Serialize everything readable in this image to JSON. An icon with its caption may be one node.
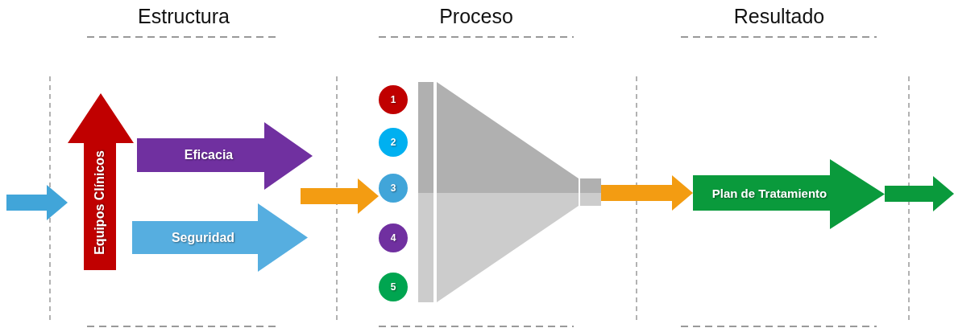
{
  "diagram": {
    "nodes": [
      {
        "text": [
          "Equipos Clínicos"
        ]
      },
      {
        "text": [
          "Eficacia"
        ]
      },
      {
        "text": [
          "Seguridad"
        ]
      },
      {
        "text": [
          "1"
        ]
      },
      {
        "text": [
          "2"
        ]
      },
      {
        "text": [
          "3"
        ]
      },
      {
        "text": [
          "4"
        ]
      },
      {
        "text": [
          "5"
        ]
      },
      {
        "text": [],
        "shape": "funnel"
      },
      {
        "text": [
          "Plan de Tratamiento"
        ]
      }
    ],
    "edges": [
      {
        "from": null,
        "to": 0,
        "arrow": "to",
        "color": "#41a5d9"
      },
      {
        "from": null,
        "to": 5,
        "arrow": "to"
      },
      {
        "from": 8,
        "to": 9,
        "arrow": "to"
      },
      {
        "from": 9,
        "to": null,
        "arrow": "to",
        "color": "#0a9a3c"
      }
    ],
    "labels": [
      "Estructura",
      "Proceso",
      "Resultado"
    ]
  }
}
